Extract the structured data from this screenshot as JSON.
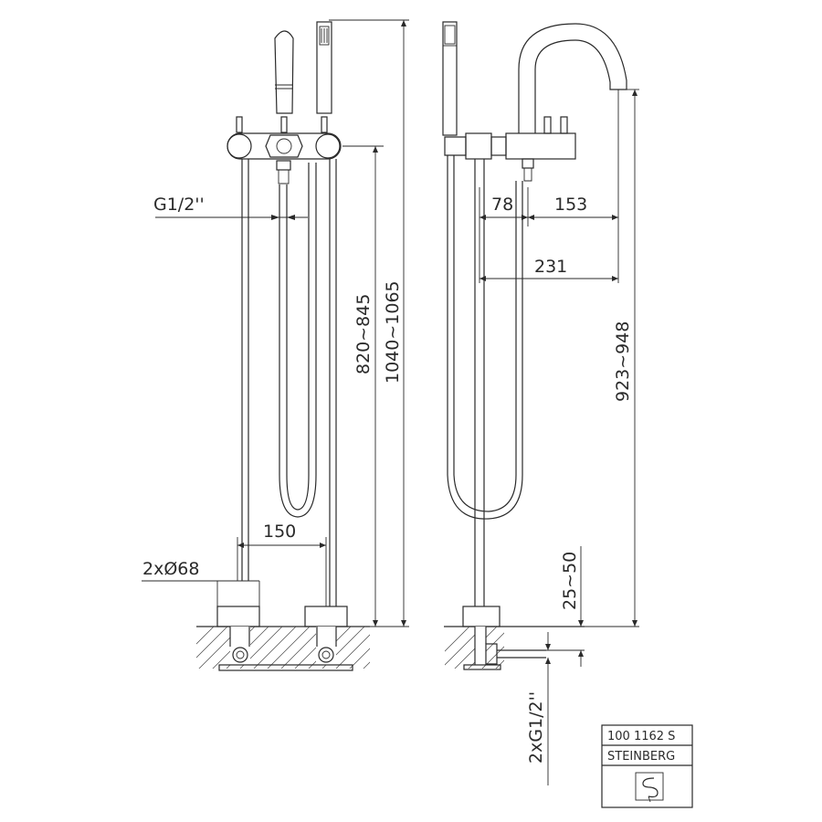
{
  "front_view": {
    "connection_label": "G1/2''",
    "pipe_distance_label": "150",
    "pipe_diameter_label": "2xØ68",
    "height_body_label": "820~845",
    "height_total_label": "1040~1065"
  },
  "side_view": {
    "offset_a_label": "78",
    "offset_b_label": "153",
    "offset_total_label": "231",
    "spout_height_label": "923~948",
    "floor_adjust_label": "25~50",
    "supply_label": "2xG1/2''"
  },
  "title_block": {
    "article_number": "100 1162 S",
    "brand": "STEINBERG",
    "logo_icon": "steinberg-logo-icon"
  }
}
